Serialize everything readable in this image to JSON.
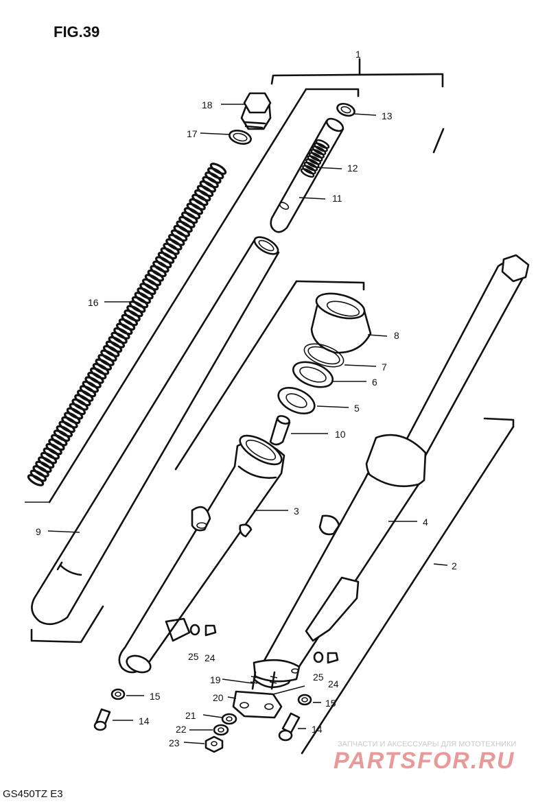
{
  "figure_title": "FIG.39",
  "model_code": "GS450TZ  E3",
  "callouts": [
    {
      "id": "c1",
      "number": "1"
    },
    {
      "id": "c2",
      "number": "2"
    },
    {
      "id": "c3",
      "number": "3"
    },
    {
      "id": "c4",
      "number": "4"
    },
    {
      "id": "c5",
      "number": "5"
    },
    {
      "id": "c6",
      "number": "6"
    },
    {
      "id": "c7",
      "number": "7"
    },
    {
      "id": "c8",
      "number": "8"
    },
    {
      "id": "c9",
      "number": "9"
    },
    {
      "id": "c10",
      "number": "10"
    },
    {
      "id": "c11",
      "number": "11"
    },
    {
      "id": "c12",
      "number": "12"
    },
    {
      "id": "c13",
      "number": "13"
    },
    {
      "id": "c14a",
      "number": "14"
    },
    {
      "id": "c14b",
      "number": "14"
    },
    {
      "id": "c15a",
      "number": "15"
    },
    {
      "id": "c15b",
      "number": "15"
    },
    {
      "id": "c16",
      "number": "16"
    },
    {
      "id": "c17",
      "number": "17"
    },
    {
      "id": "c18",
      "number": "18"
    },
    {
      "id": "c19",
      "number": "19"
    },
    {
      "id": "c20",
      "number": "20"
    },
    {
      "id": "c21",
      "number": "21"
    },
    {
      "id": "c22",
      "number": "22"
    },
    {
      "id": "c23",
      "number": "23"
    },
    {
      "id": "c24a",
      "number": "24"
    },
    {
      "id": "c24b",
      "number": "24"
    },
    {
      "id": "c25a",
      "number": "25"
    },
    {
      "id": "c25b",
      "number": "25"
    }
  ],
  "watermark": {
    "tagline": "ЗАПЧАСТИ И АКСЕССУАРЫ ДЛЯ МОТОТЕХНИКИ",
    "brand": "PARTSFOR.RU"
  }
}
